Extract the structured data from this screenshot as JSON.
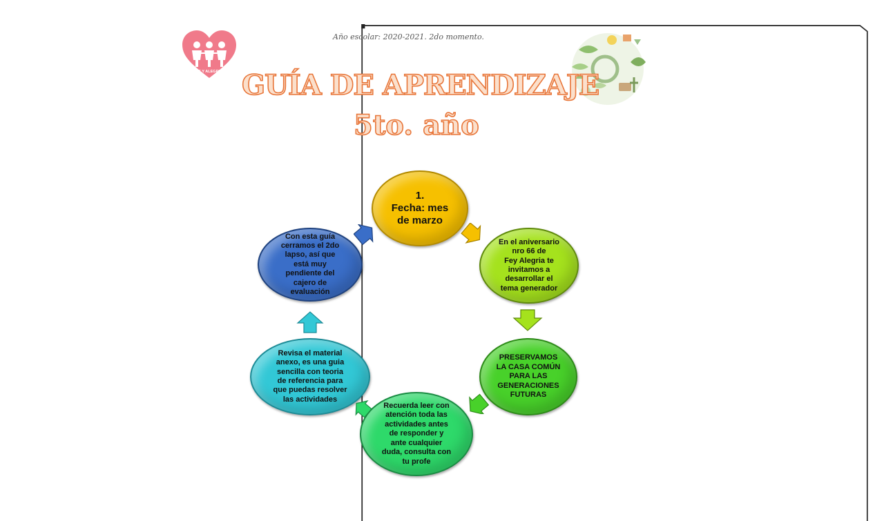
{
  "header": {
    "school_year": "Año escolar: 2020-2021. 2do momento."
  },
  "logo": {
    "text": "FE Y ALEGRIA",
    "color": "#f07a8a"
  },
  "title": {
    "main": "GUÍA DE APRENDIZAJE",
    "grade": "5to. año",
    "color": "#e8763a"
  },
  "cycle": {
    "steps": [
      {
        "text": "1.\nFecha: mes\nde marzo",
        "color": "#f6c000"
      },
      {
        "text": "En el aniversario\nnro 66 de\nFey Alegria te\ninvitamos a\ndesarrollar el\ntema generador",
        "color": "#a5e21d"
      },
      {
        "text": "PRESERVAMOS\nLA CASA COMÚN\nPARA LAS\nGENERACIONES\nFUTURAS",
        "color": "#48d12a"
      },
      {
        "text": "Recuerda leer con\natención toda las\nactividades antes\nde responder y\nante cualquier\nduda, consulta con\ntu profe",
        "color": "#2ed96a"
      },
      {
        "text": "Revisa el material\nanexo, es una guia\nsencilla con teoria\nde referencia para\nque puedas resolver\nlas actividades",
        "color": "#32c8d6"
      },
      {
        "text": "Con esta guía\ncerramos el 2do\nlapso, así que\nestá muy\npendiente del\ncajero de\nevaluación",
        "color": "#3a6ec8"
      }
    ]
  }
}
